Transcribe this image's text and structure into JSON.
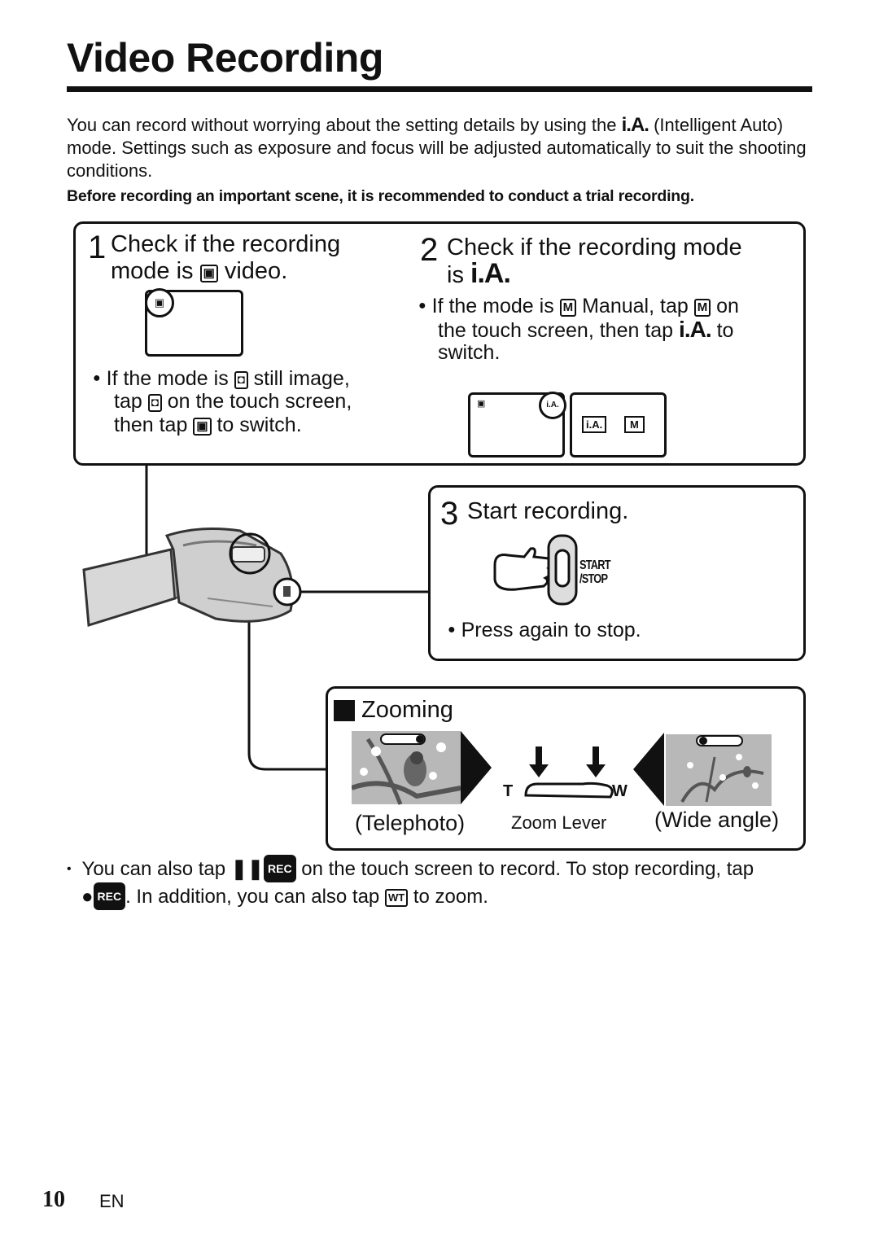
{
  "page": {
    "title": "Video Recording",
    "intro_before": "You can record without worrying about the setting details by using the",
    "intro_ia": "i.A.",
    "intro_after": "(Intelligent Auto) mode. Settings such as exposure and focus will be adjusted automatically to suit the shooting conditions.",
    "warning": "Before recording an important scene, it is recommended to conduct a trial recording."
  },
  "step1": {
    "number": "1",
    "line1": "Check if the recording",
    "line2_a": "mode is",
    "line2_b": "video.",
    "bullet_l1a": "If the mode is",
    "bullet_l1b": "still image,",
    "bullet_l2a": "tap",
    "bullet_l2b": "on the touch screen,",
    "bullet_l3a": "then tap",
    "bullet_l3b": "to switch."
  },
  "step2": {
    "number": "2",
    "line1": "Check if the recording mode",
    "line2": "is",
    "ia": "i.A.",
    "bullet_l1a": "If the mode is",
    "manual_icon": "M",
    "bullet_l1b": "Manual, tap",
    "bullet_l1c": "on",
    "bullet_l2a": "the touch screen, then tap",
    "bullet_l2b": "to",
    "bullet_l3": "switch.",
    "screen_ia": "i.A.",
    "screen_m": "M"
  },
  "step3": {
    "number": "3",
    "title": "Start recording.",
    "button_label_1": "START",
    "button_label_2": "/STOP",
    "bullet": "Press again to stop."
  },
  "zoom": {
    "title": "Zooming",
    "telephoto": "(Telephoto)",
    "lever": "Zoom Lever",
    "wide": "(Wide angle)",
    "t": "T",
    "w": "W"
  },
  "footer": {
    "l1a": "You can also tap",
    "rec": "REC",
    "l1b": "on the touch screen to record. To stop recording, tap",
    "l2a": ". In addition, you can also tap",
    "wt": "WT",
    "l2b": "to zoom."
  },
  "page_number": "10",
  "page_lang": "EN"
}
